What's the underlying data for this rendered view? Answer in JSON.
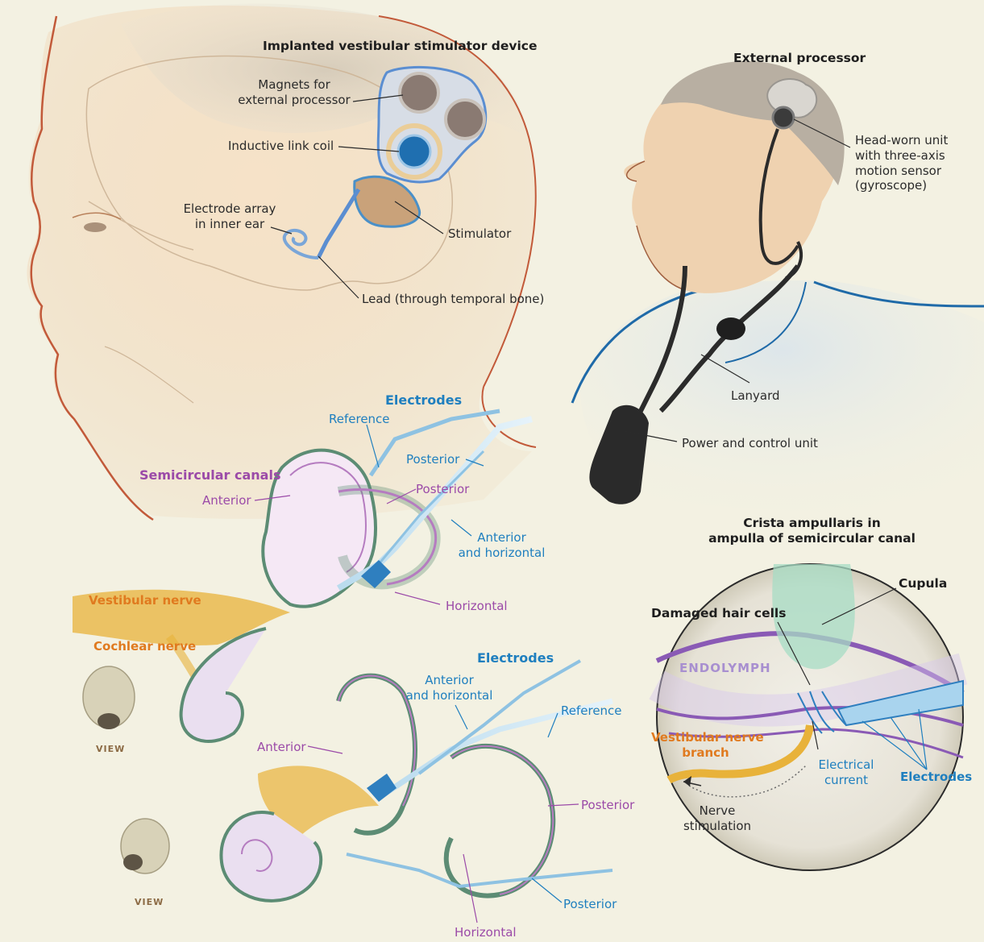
{
  "implant": {
    "title": "Implanted vestibular stimulator device",
    "magnets_1": "Magnets for",
    "magnets_2": "external processor",
    "coil": "Inductive link coil",
    "array_1": "Electrode array",
    "array_2": "in inner ear",
    "stimulator": "Stimulator",
    "lead": "Lead (through temporal bone)"
  },
  "external": {
    "title": "External processor",
    "head_unit_1": "Head-worn unit",
    "head_unit_2": "with three-axis",
    "head_unit_3": "motion sensor",
    "head_unit_4": "(gyroscope)",
    "lanyard": "Lanyard",
    "power": "Power and control unit"
  },
  "upper_ear": {
    "electrodes": "Electrodes",
    "reference": "Reference",
    "posterior_el": "Posterior",
    "canals": "Semicircular canals",
    "anterior": "Anterior",
    "posterior": "Posterior",
    "ant_hor_1": "Anterior",
    "ant_hor_2": "and horizontal",
    "vestibular_nerve": "Vestibular nerve",
    "horizontal": "Horizontal",
    "cochlear_nerve": "Cochlear nerve",
    "view": "VIEW"
  },
  "lower_ear": {
    "electrodes": "Electrodes",
    "ant_hor_1": "Anterior",
    "ant_hor_2": "and horizontal",
    "reference": "Reference",
    "anterior": "Anterior",
    "posterior": "Posterior",
    "posterior_el": "Posterior",
    "horizontal": "Horizontal",
    "view": "VIEW"
  },
  "crista": {
    "title_1": "Crista ampullaris in",
    "title_2": "ampulla of semicircular canal",
    "cupula": "Cupula",
    "damaged": "Damaged hair cells",
    "endolymph": "ENDOLYMPH",
    "nerve_branch_1": "Vestibular nerve",
    "nerve_branch_2": "branch",
    "current_1": "Electrical",
    "current_2": "current",
    "electrodes": "Electrodes",
    "stim_1": "Nerve",
    "stim_2": "stimulation"
  },
  "colors": {
    "background": "#f3f1e2",
    "skin_line": "#c25a3a",
    "electrode_blue": "#1f7fbf",
    "canal_purple": "#9b4aa8",
    "nerve_orange": "#e07a1f",
    "nerve_yellow": "#e8b23a"
  }
}
